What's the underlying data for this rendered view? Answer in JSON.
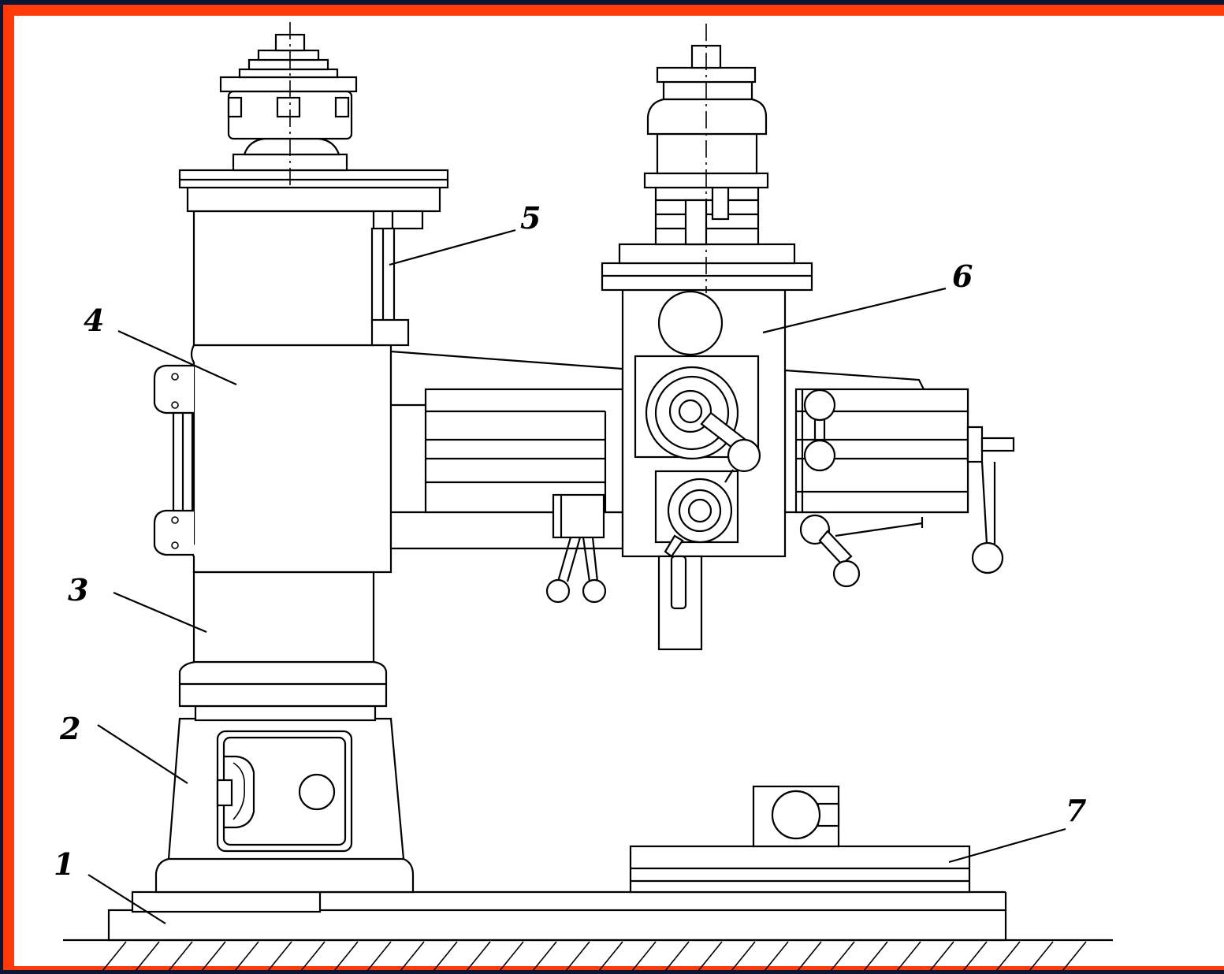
{
  "figure": {
    "subject": "radial-drilling-machine",
    "callouts": [
      {
        "id": "1",
        "label": "1"
      },
      {
        "id": "2",
        "label": "2"
      },
      {
        "id": "3",
        "label": "3"
      },
      {
        "id": "4",
        "label": "4"
      },
      {
        "id": "5",
        "label": "5"
      },
      {
        "id": "6",
        "label": "6"
      },
      {
        "id": "7",
        "label": "7"
      }
    ]
  },
  "colors": {
    "outer_border": "#0a1633",
    "inner_border": "#ff3a0a",
    "canvas": "#ffffff",
    "ink": "#000000"
  }
}
